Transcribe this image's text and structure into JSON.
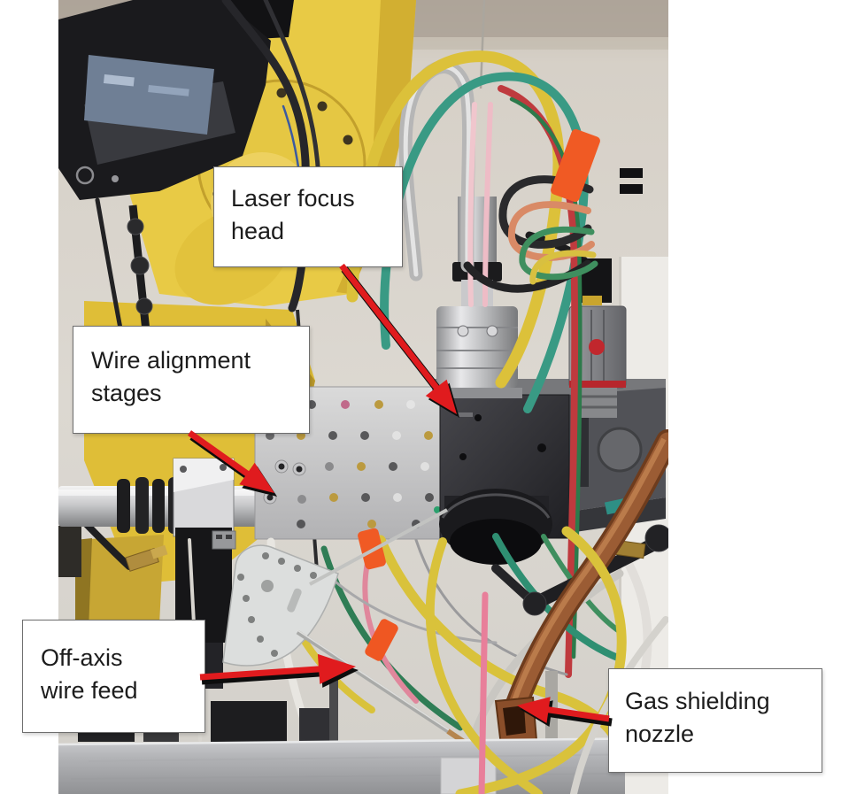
{
  "figure": {
    "kind": "annotated-photograph",
    "subject": "Robot-mounted laser metal deposition head with off-axis wire feed and gas shielding nozzle",
    "annotations": [
      {
        "id": "laser-focus-head",
        "text": "Laser focus head"
      },
      {
        "id": "wire-alignment-stages",
        "text": "Wire alignment stages"
      },
      {
        "id": "off-axis-wire-feed",
        "text": "Off-axis wire feed"
      },
      {
        "id": "gas-shielding-nozzle",
        "text": "Gas shielding nozzle"
      }
    ],
    "colors": {
      "arrow_red": "#e01b1e",
      "arrow_shadow": "#0d0d0d",
      "label_background": "#ffffff",
      "label_border": "#6e6e6e",
      "label_text": "#1c1c1c",
      "robot_yellow": "#e6c843",
      "wall_beige": "#d8d3cb",
      "copper_nozzle": "#9b5c34",
      "laser_head_black": "#2a2a2e",
      "breadboard_silver": "#c9c9cb"
    }
  }
}
